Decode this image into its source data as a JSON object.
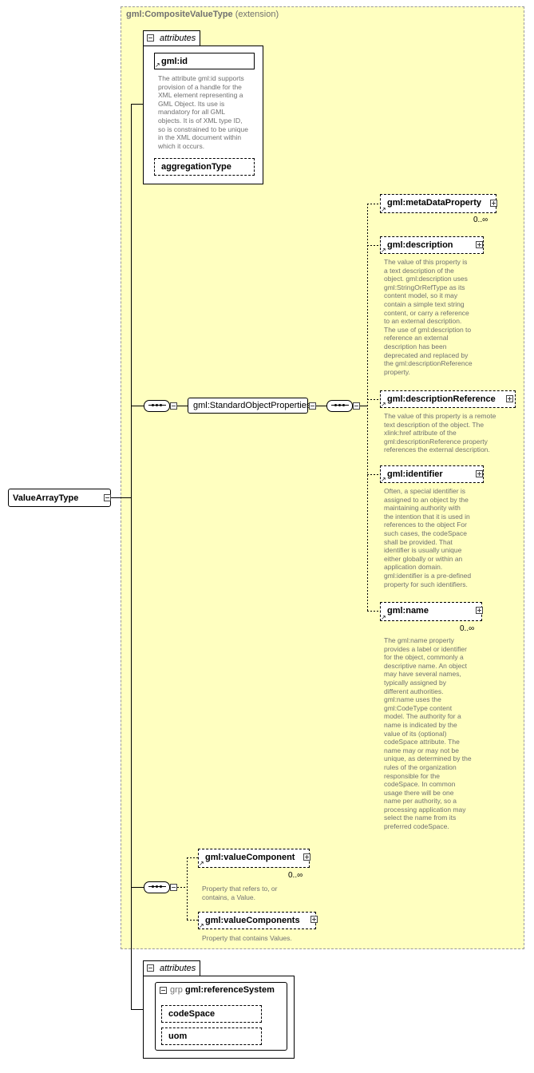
{
  "extension": {
    "type_name": "gml:CompositeValueType",
    "kind": "(extension)"
  },
  "root": {
    "label": "ValueArrayType"
  },
  "attributes_top": {
    "title": "attributes",
    "id_label": "gml:id",
    "id_doc": [
      "The attribute gml:id supports",
      "provision of a handle for the",
      "XML element representing a",
      "GML Object. Its use is",
      "mandatory for all GML",
      "objects. It is of XML type ID,",
      "so is constrained to be unique",
      "in the XML document within",
      "which it occurs."
    ],
    "aggregation_label": "aggregationType"
  },
  "group": {
    "label": "gml:StandardObjectProperties"
  },
  "elements": {
    "metadata": {
      "label": "gml:metaDataProperty",
      "occ": "0..∞"
    },
    "description": {
      "label": "gml:description",
      "doc": [
        "The value of this property is",
        "a text description of the",
        "object. gml:description uses",
        "gml:StringOrRefType as its",
        "content model, so it may",
        "contain a simple text string",
        "content, or carry a reference",
        "to an external description.",
        "The use of gml:description to",
        "reference an external",
        "description has been",
        "deprecated and replaced by",
        "the gml:descriptionReference",
        "property."
      ]
    },
    "description_ref": {
      "label": "gml:descriptionReference",
      "doc": [
        "The value of this property is a remote",
        "text description of the object. The",
        "xlink:href attribute of the",
        "gml:descriptionReference property",
        "references the external description."
      ]
    },
    "identifier": {
      "label": "gml:identifier",
      "doc": [
        "Often, a special identifier is",
        "assigned to an object by the",
        "maintaining authority with",
        "the intention that it is used in",
        "references to the object For",
        "such cases, the codeSpace",
        "shall be provided. That",
        "identifier is usually unique",
        "either globally or within an",
        "application domain.",
        "gml:identifier is a pre-defined",
        "property for such identifiers."
      ]
    },
    "name": {
      "label": "gml:name",
      "occ": "0..∞",
      "doc": [
        "The gml:name property",
        "provides a label or identifier",
        "for the object, commonly a",
        "descriptive name. An object",
        "may have several names,",
        "typically assigned by",
        "different authorities.",
        "gml:name uses the",
        "gml:CodeType content",
        "model.  The authority for a",
        "name is indicated by the",
        "value of its (optional)",
        "codeSpace attribute.  The",
        "name may or may not be",
        "unique, as determined by the",
        "rules of the organization",
        "responsible for the",
        "codeSpace.  In common",
        "usage there will be one",
        "name per authority, so a",
        "processing application may",
        "select the name from its",
        "preferred codeSpace."
      ]
    },
    "value_component": {
      "label": "gml:valueComponent",
      "occ": "0..∞",
      "doc": [
        "Property that refers to, or",
        "contains, a Value."
      ]
    },
    "value_components": {
      "label": "gml:valueComponents",
      "doc": [
        "Property that contains Values."
      ]
    }
  },
  "attributes_bottom": {
    "title": "attributes",
    "grp_prefix": "grp",
    "grp_label": "gml:referenceSystem",
    "codespace_label": "codeSpace",
    "uom_label": "uom"
  }
}
